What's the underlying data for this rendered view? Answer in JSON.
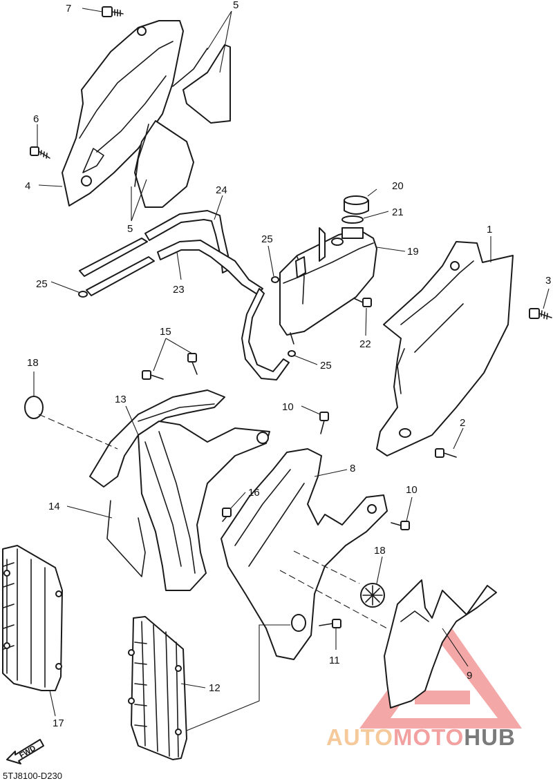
{
  "diagram": {
    "callouts": [
      {
        "id": "c1",
        "text": "1"
      },
      {
        "id": "c2",
        "text": "2"
      },
      {
        "id": "c3",
        "text": "3"
      },
      {
        "id": "c4",
        "text": "4"
      },
      {
        "id": "c5a",
        "text": "5"
      },
      {
        "id": "c5b",
        "text": "5"
      },
      {
        "id": "c6",
        "text": "6"
      },
      {
        "id": "c7",
        "text": "7"
      },
      {
        "id": "c8",
        "text": "8"
      },
      {
        "id": "c9",
        "text": "9"
      },
      {
        "id": "c10a",
        "text": "10"
      },
      {
        "id": "c10b",
        "text": "10"
      },
      {
        "id": "c11",
        "text": "11"
      },
      {
        "id": "c12",
        "text": "12"
      },
      {
        "id": "c13",
        "text": "13"
      },
      {
        "id": "c14",
        "text": "14"
      },
      {
        "id": "c15",
        "text": "15"
      },
      {
        "id": "c16",
        "text": "16"
      },
      {
        "id": "c17",
        "text": "17"
      },
      {
        "id": "c18a",
        "text": "18"
      },
      {
        "id": "c18b",
        "text": "18"
      },
      {
        "id": "c19",
        "text": "19"
      },
      {
        "id": "c20",
        "text": "20"
      },
      {
        "id": "c21",
        "text": "21"
      },
      {
        "id": "c22",
        "text": "22"
      },
      {
        "id": "c23",
        "text": "23"
      },
      {
        "id": "c24",
        "text": "24"
      },
      {
        "id": "c25a",
        "text": "25"
      },
      {
        "id": "c25b",
        "text": "25"
      },
      {
        "id": "c25c",
        "text": "25"
      }
    ],
    "fwd_label": "FWD",
    "diagram_code": "5TJ8100-D230"
  },
  "watermark": {
    "brand_parts": [
      "AUTO",
      "MOTO",
      "HUB"
    ],
    "colors": {
      "auto": "#f5c99a",
      "moto": "#f2a0a0",
      "hub": "#7a7a7a",
      "triangle": "#f08a8a"
    }
  }
}
